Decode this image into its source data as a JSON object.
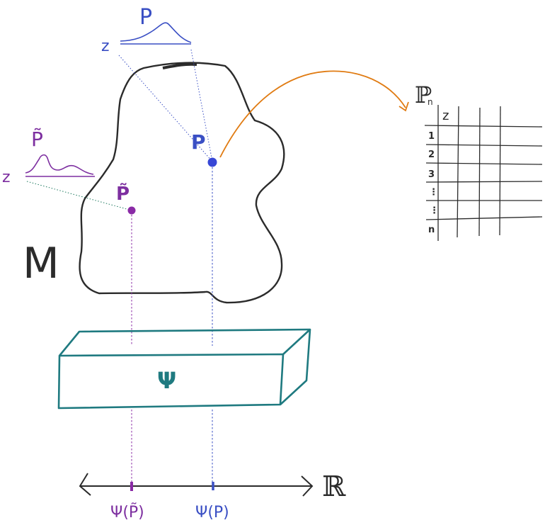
{
  "colors": {
    "ink": "#2b2b2b",
    "blue": "#3a4fc4",
    "purple": "#7d2fa0",
    "teal": "#1f7a80",
    "orange": "#e07b12",
    "blue_dot": "#3747d6",
    "purple_dot": "#8a2aa6"
  },
  "manifold": {
    "label": "M"
  },
  "point_p": {
    "label": "P"
  },
  "point_p_tilde": {
    "label": "P̃"
  },
  "dist_p": {
    "label": "P",
    "axis": "z"
  },
  "dist_p_tilde": {
    "label": "P̃",
    "axis": "z"
  },
  "box": {
    "label": "Ψ"
  },
  "real_line": {
    "label": "ℝ",
    "psi_p_tilde": "Ψ(P̃)",
    "psi_p": "Ψ(P)"
  },
  "table": {
    "label": "ℙ",
    "subscript": "n",
    "column_header": "z",
    "row_labels": [
      "1",
      "2",
      "3",
      "⋮",
      "⋮",
      "n"
    ]
  }
}
